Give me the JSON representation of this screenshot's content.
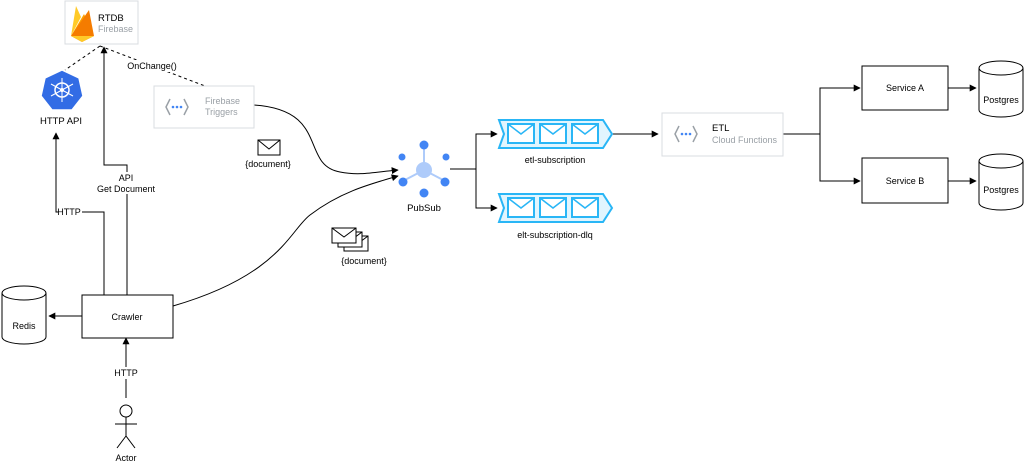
{
  "nodes": {
    "rtdb": {
      "title": "RTDB",
      "subtitle": "Firebase"
    },
    "http_api": {
      "label": "HTTP API"
    },
    "firebase_triggers": {
      "line1": "Firebase",
      "line2": "Triggers"
    },
    "pubsub": {
      "label": "PubSub"
    },
    "etl_subscription": {
      "label": "etl-subscription"
    },
    "dlq_subscription": {
      "label": "elt-subscription-dlq"
    },
    "etl": {
      "title": "ETL",
      "subtitle": "Cloud Functions"
    },
    "service_a": {
      "label": "Service A"
    },
    "service_b": {
      "label": "Service B"
    },
    "postgres_a": {
      "label": "Postgres"
    },
    "postgres_b": {
      "label": "Postgres"
    },
    "redis": {
      "label": "Redis"
    },
    "crawler": {
      "label": "Crawler"
    },
    "actor": {
      "label": "Actor"
    }
  },
  "edge_labels": {
    "onchange": "OnChange()",
    "api_line1": "API",
    "api_line2": "Get Document",
    "http_api_edge": "HTTP",
    "actor_http": "HTTP",
    "document_1": "{document}",
    "document_2": "{document}"
  },
  "colors": {
    "queue": "#29b6f6",
    "pubsub": "#4285f4",
    "pubsub_light": "#aecbfa",
    "firebase_yellow": "#ffca28",
    "firebase_orange": "#ff8f00",
    "firebase_red": "#f57c00",
    "k8s_blue": "#326ce5",
    "gcp_grey": "#9aa0a6",
    "gcp_blue": "#4285f4"
  }
}
